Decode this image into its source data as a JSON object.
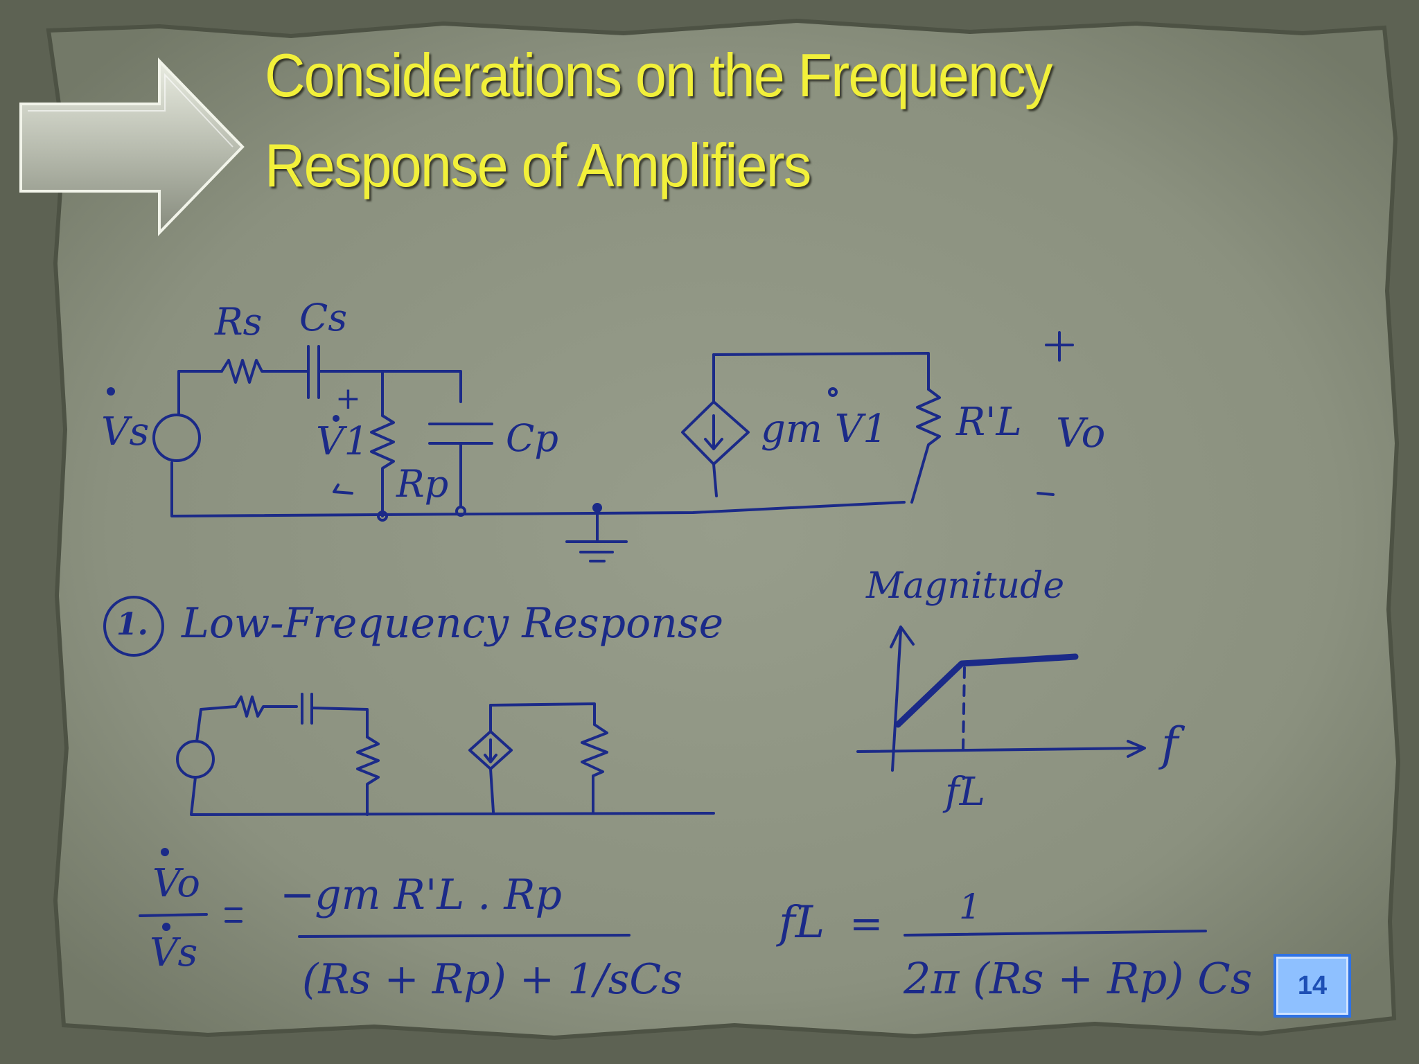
{
  "slide": {
    "title_line_1": "Considerations on the Frequency",
    "title_line_2": "Response of Amplifiers",
    "page_number": "14"
  },
  "circuit": {
    "rs": "Rs",
    "cs": "Cs",
    "vs": "Vs",
    "v1": "V1",
    "plus": "+",
    "minus": "−",
    "rp": "Rp",
    "cp": "Cp",
    "gm_v1": "gm V1",
    "rl": "R'L",
    "vo": "Vo"
  },
  "section": {
    "number": "1.",
    "heading": "Low-Frequency Response"
  },
  "plot": {
    "ylabel": "Magnitude",
    "xlabel": "f",
    "tick": "fL"
  },
  "equation_gain": {
    "lhs_num": "Vo",
    "lhs_den": "Vs",
    "equals": "=",
    "numerator": "−gm R'L . Rp",
    "denominator": "(Rs + Rp) + 1/sCs"
  },
  "equation_fl": {
    "lhs": "fL",
    "equals": "=",
    "numerator": "1",
    "denominator": "2π (Rs + Rp) Cs"
  },
  "colors": {
    "ink": "#1b2a88",
    "title": "#f2f03a",
    "paper": "#8c9280",
    "background": "#5d6253"
  }
}
